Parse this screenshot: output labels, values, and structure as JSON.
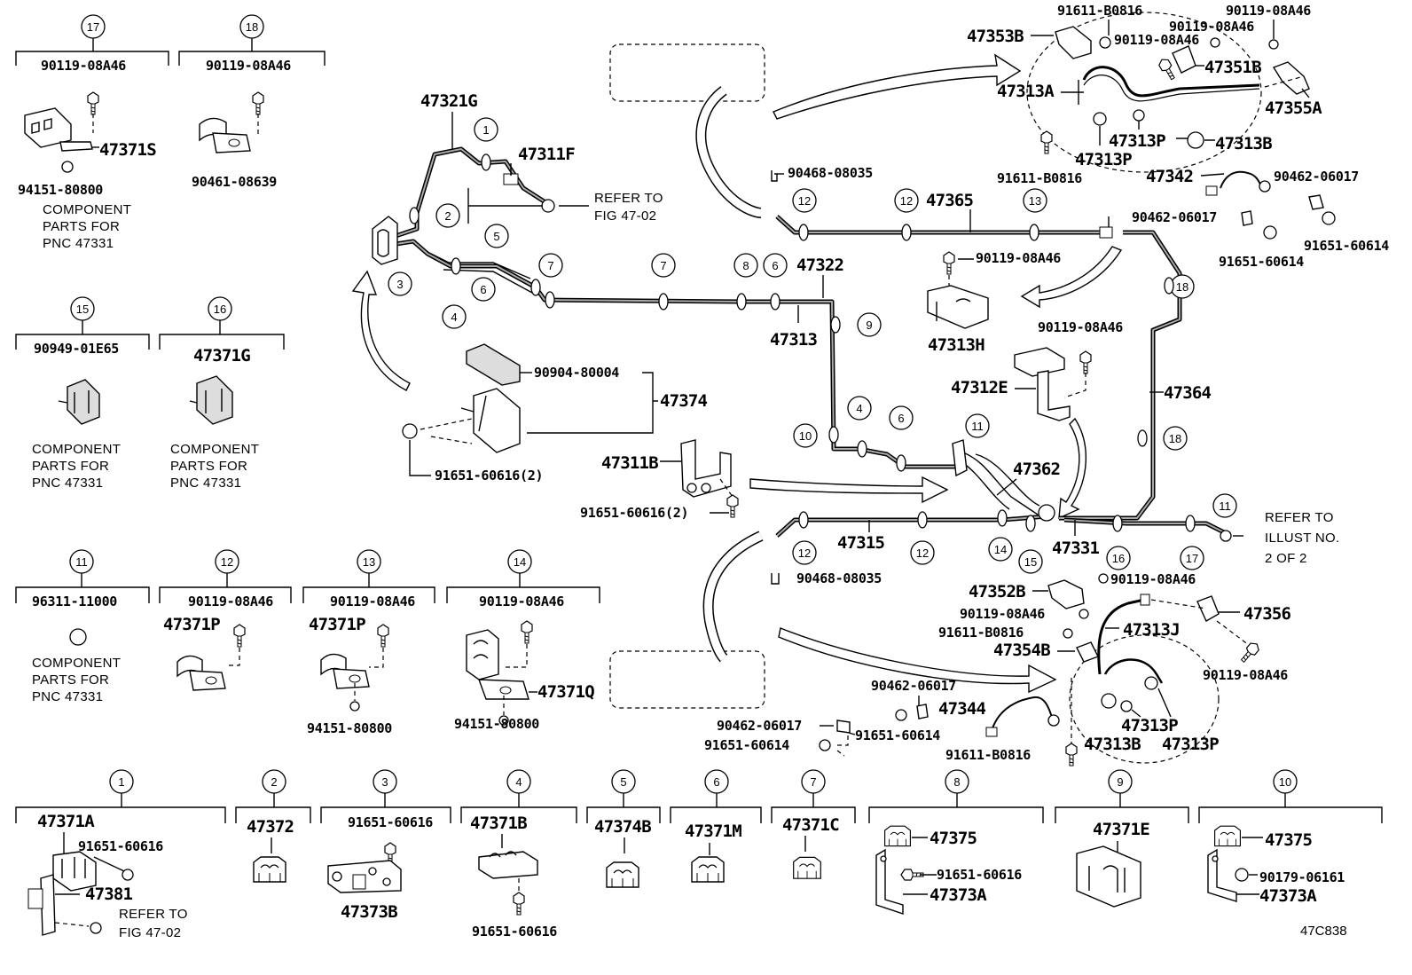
{
  "diagram_code": "47C838",
  "notes": {
    "component_parts": "COMPONENT\nPARTS FOR\nPNC 47331",
    "refer_fig": "REFER TO\nFIG 47-02",
    "refer_illust": "REFER TO\nILLUST NO.\n2 OF 2"
  },
  "top_groups": [
    {
      "num": "17",
      "part": "90119-08A46",
      "sub": [
        "47371S",
        "94151-80800"
      ]
    },
    {
      "num": "18",
      "part": "90119-08A46",
      "sub": [
        "90461-08639"
      ]
    },
    {
      "num": "15",
      "part": "90949-01E65",
      "sub": []
    },
    {
      "num": "16",
      "part": "47371G",
      "sub": []
    },
    {
      "num": "11",
      "part": "96311-11000",
      "sub": []
    },
    {
      "num": "12",
      "part": "90119-08A46",
      "sub": [
        "47371P"
      ]
    },
    {
      "num": "13",
      "part": "90119-08A46",
      "sub": [
        "47371P",
        "94151-80800"
      ]
    },
    {
      "num": "14",
      "part": "90119-08A46",
      "sub": [
        "47371Q",
        "94151-80800"
      ]
    }
  ],
  "bottom_groups": [
    {
      "num": "1",
      "labels": [
        "47371A",
        "91651-60616",
        "47381"
      ]
    },
    {
      "num": "2",
      "labels": [
        "47372"
      ]
    },
    {
      "num": "3",
      "labels": [
        "91651-60616",
        "47373B"
      ]
    },
    {
      "num": "4",
      "labels": [
        "47371B",
        "91651-60616"
      ]
    },
    {
      "num": "5",
      "labels": [
        "47374B"
      ]
    },
    {
      "num": "6",
      "labels": [
        "47371M"
      ]
    },
    {
      "num": "7",
      "labels": [
        "47371C"
      ]
    },
    {
      "num": "8",
      "labels": [
        "47375",
        "91651-60616",
        "47373A"
      ]
    },
    {
      "num": "9",
      "labels": [
        "47371E"
      ]
    },
    {
      "num": "10",
      "labels": [
        "47375",
        "90179-06161",
        "47373A"
      ]
    }
  ],
  "main_labels": {
    "p47321G": "47321G",
    "p47311F": "47311F",
    "p47322": "47322",
    "p47313": "47313",
    "p90904": "90904-80004",
    "p47374": "47374",
    "p91651_2a": "91651-60616(2)",
    "p47311B": "47311B",
    "p91651_2b": "91651-60616(2)",
    "p47365": "47365",
    "p90468a": "90468-08035",
    "p90468b": "90468-08035",
    "p90119_mid": "90119-08A46",
    "p47313H": "47313H",
    "p90119_e": "90119-08A46",
    "p47312E": "47312E",
    "p47364": "47364",
    "p47362": "47362",
    "p47315": "47315",
    "p47331": "47331",
    "p47353B": "47353B",
    "p91611_t1": "91611-B0816",
    "p90119_t1": "90119-08A46",
    "p90119_t2": "90119-08A46",
    "p90119_t3": "90119-08A46",
    "p47351B": "47351B",
    "p47313A": "47313A",
    "p47355A": "47355A",
    "p47313P_t1": "47313P",
    "p47313B_t": "47313B",
    "p47313P_t2": "47313P",
    "p91611_t2": "91611-B0816",
    "p47342": "47342",
    "p90462_t1": "90462-06017",
    "p90462_t2": "90462-06017",
    "p91651_t1": "91651-60614",
    "p91651_t2": "91651-60614",
    "p47352B": "47352B",
    "p90119_b1": "90119-08A46",
    "p47356": "47356",
    "p90119_b2": "90119-08A46",
    "p47313J": "47313J",
    "p91611_b1": "91611-B0816",
    "p47354B": "47354B",
    "p90119_b3": "90119-08A46",
    "p90462_b1": "90462-06017",
    "p47344": "47344",
    "p90462_b2": "90462-06017",
    "p91651_b1": "91651-60614",
    "p91651_b2": "91651-60614",
    "p47313P_b1": "47313P",
    "p47313B_b": "47313B",
    "p47313P_b2": "47313P",
    "p91611_b2": "91611-B0816"
  },
  "callouts": [
    "1",
    "2",
    "3",
    "4",
    "5",
    "6",
    "7",
    "8",
    "9",
    "10",
    "11",
    "12",
    "13",
    "14",
    "15",
    "16",
    "17",
    "18"
  ]
}
